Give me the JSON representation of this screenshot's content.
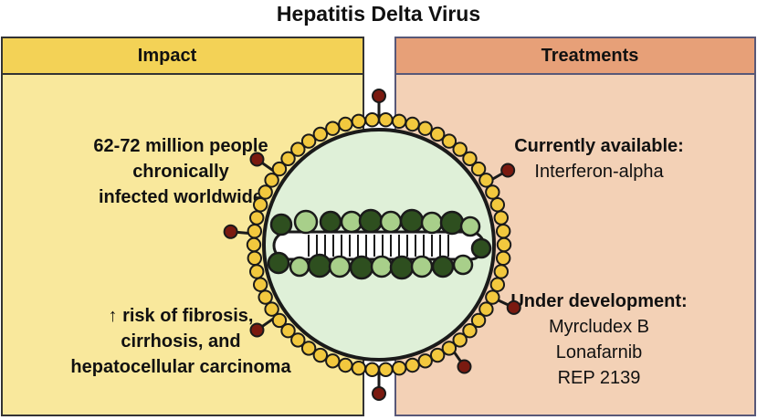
{
  "title": "Hepatitis Delta Virus",
  "impact": {
    "header": "Impact",
    "stat_lines": [
      "62-72 million people",
      "chronically",
      "infected worldwide"
    ],
    "risk_lines": [
      "↑ risk of fibrosis,",
      "cirrhosis, and",
      "hepatocellular carcinoma"
    ]
  },
  "treatments": {
    "header": "Treatments",
    "available_heading": "Currently available:",
    "available_items": [
      "Interferon-alpha"
    ],
    "development_heading": "Under development:",
    "development_items": [
      "Myrcludex B",
      "Lonafarnib",
      "REP 2139"
    ]
  },
  "colors": {
    "impact_header": "#f3d256",
    "impact_panel": "#f9e89c",
    "treatments_header": "#e7a078",
    "treatments_panel": "#f3d1b6",
    "envelope_bead": "#f2c83e",
    "spike": "#7a1a10",
    "core": "#dff0d8",
    "dark_green": "#2e4f1f",
    "light_green": "#a8cf8a"
  }
}
